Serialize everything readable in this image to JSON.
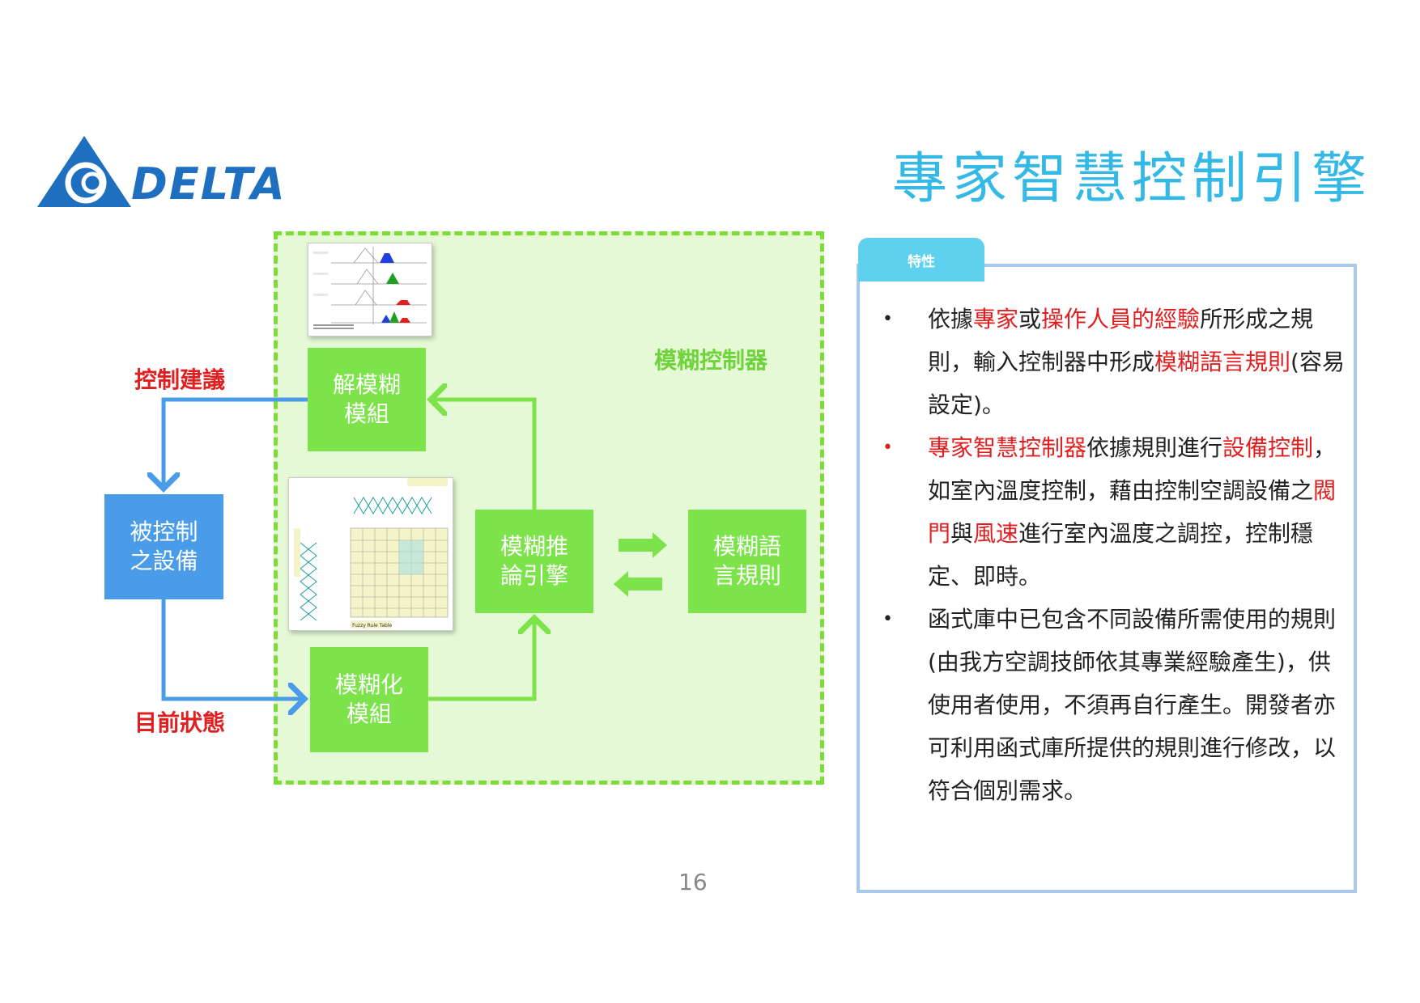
{
  "logo": {
    "text": "DELTA"
  },
  "slide_title": "專家智慧控制引擎",
  "diagram": {
    "region_label": "模糊控制器",
    "defuzz": {
      "line1": "解模糊",
      "line2": "模組"
    },
    "fuzz": {
      "line1": "模糊化",
      "line2": "模組"
    },
    "inference": {
      "line1": "模糊推",
      "line2": "論引擎"
    },
    "rules": {
      "line1": "模糊語",
      "line2": "言規則"
    },
    "plant": {
      "line1": "被控制",
      "line2": "之設備"
    },
    "label_control": "控制建議",
    "label_state": "目前狀態",
    "thumb2_caption": "Fuzzy Rule Table"
  },
  "panel": {
    "tab": "特性",
    "bullets": [
      {
        "bullet_color": "#222222",
        "segments": [
          {
            "text": "依據",
            "red": false
          },
          {
            "text": "專家",
            "red": true
          },
          {
            "text": "或",
            "red": false
          },
          {
            "text": "操作人員的經驗",
            "red": true
          },
          {
            "text": "所形成之規則，輸入控制器中形成",
            "red": false
          },
          {
            "text": "模糊語言規則",
            "red": true
          },
          {
            "text": "(容易設定)。",
            "red": false
          }
        ]
      },
      {
        "bullet_color": "#e02020",
        "segments": [
          {
            "text": "專家智慧控制器",
            "red": true
          },
          {
            "text": "依據規則進行",
            "red": false
          },
          {
            "text": "設備控制",
            "red": true
          },
          {
            "text": "，如室內溫度控制，藉由控制空調設備之",
            "red": false
          },
          {
            "text": "閥門",
            "red": true
          },
          {
            "text": "與",
            "red": false
          },
          {
            "text": "風速",
            "red": true
          },
          {
            "text": "進行室內溫度之調控，控制穩定、即時。",
            "red": false
          }
        ]
      },
      {
        "bullet_color": "#222222",
        "segments": [
          {
            "text": "函式庫中已包含不同設備所需使用的規則(由我方空調技師依其專業經驗產生)，供使用者使用，不須再自行產生。開發者亦可利用函式庫所提供的規則進行修改，以符合個別需求。",
            "red": false
          }
        ]
      }
    ]
  },
  "page_number": "16",
  "colors": {
    "green_box": "#7de34a",
    "green_region": "#e6f9d6",
    "blue_box": "#4a9ce8",
    "title_cyan": "#34b9e6",
    "accent_red": "#e02020"
  }
}
